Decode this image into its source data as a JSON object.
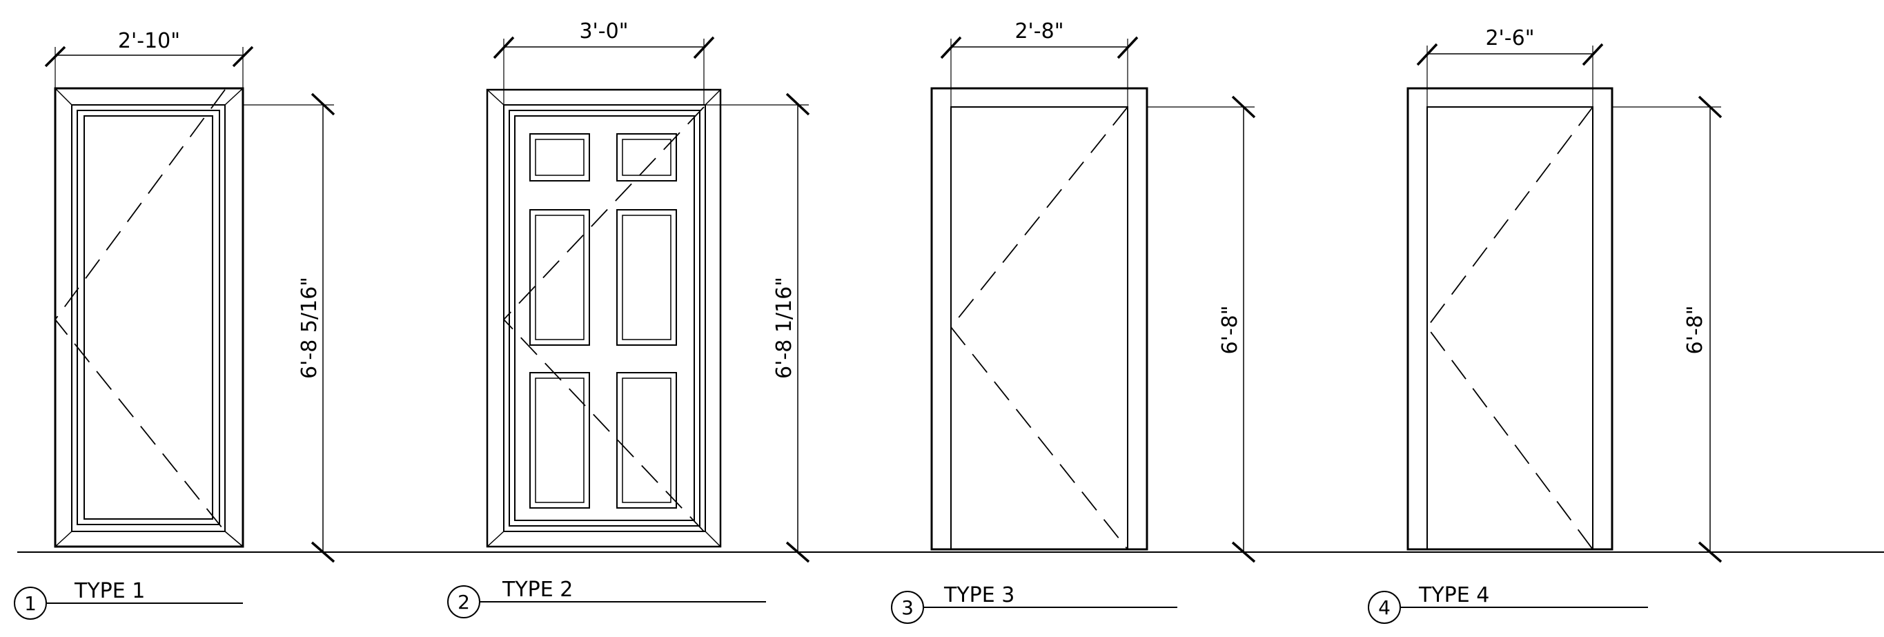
{
  "doors": [
    {
      "type_label": "TYPE 1",
      "number": "1",
      "width_dim": "2'-10\"",
      "height_dim": "6'-8 5/16\"",
      "style": "glass panel"
    },
    {
      "type_label": "TYPE 2",
      "number": "2",
      "width_dim": "3'-0\"",
      "height_dim": "6'-8 1/16\"",
      "style": "six panel"
    },
    {
      "type_label": "TYPE 3",
      "number": "3",
      "width_dim": "2'-8\"",
      "height_dim": "6'-8\"",
      "style": "flush"
    },
    {
      "type_label": "TYPE 4",
      "number": "4",
      "width_dim": "2'-6\"",
      "height_dim": "6'-8\"",
      "style": "flush"
    }
  ]
}
